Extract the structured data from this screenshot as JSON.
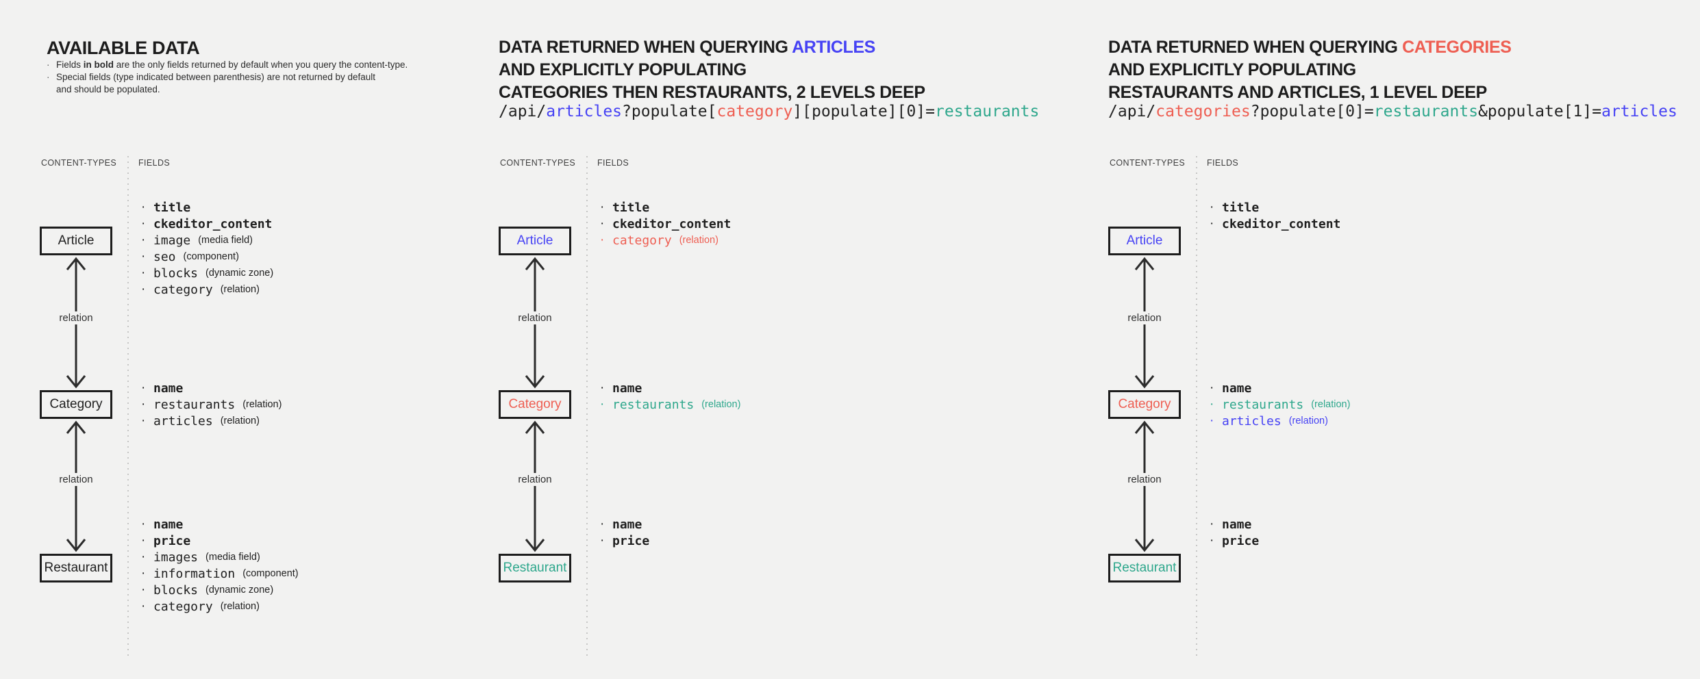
{
  "colors": {
    "dark": "#1f1f1f",
    "blue": "#4642f4",
    "red": "#ee5e52",
    "teal": "#2ea78c"
  },
  "panel1": {
    "title": "AVAILABLE DATA",
    "note1_prefix": "Fields ",
    "note1_bold": "in bold",
    "note1_suffix": " are the only fields returned by default when you query the content-type.",
    "note2_line1": "Special fields (type indicated between parenthesis) are not returned by default",
    "note2_line2": "and should be populated.",
    "col_content_types": "CONTENT-TYPES",
    "col_fields": "FIELDS",
    "relation_label": "relation",
    "nodes": {
      "article": {
        "label": "Article",
        "fields": [
          {
            "name": "title",
            "bold": true,
            "type": ""
          },
          {
            "name": "ckeditor_content",
            "bold": true,
            "type": ""
          },
          {
            "name": "image",
            "bold": false,
            "type": "(media field)"
          },
          {
            "name": "seo",
            "bold": false,
            "type": "(component)"
          },
          {
            "name": "blocks",
            "bold": false,
            "type": "(dynamic zone)"
          },
          {
            "name": "category",
            "bold": false,
            "type": "(relation)"
          }
        ]
      },
      "category": {
        "label": "Category",
        "fields": [
          {
            "name": "name",
            "bold": true,
            "type": ""
          },
          {
            "name": "restaurants",
            "bold": false,
            "type": "(relation)"
          },
          {
            "name": "articles",
            "bold": false,
            "type": "(relation)"
          }
        ]
      },
      "restaurant": {
        "label": "Restaurant",
        "fields": [
          {
            "name": "name",
            "bold": true,
            "type": ""
          },
          {
            "name": "price",
            "bold": true,
            "type": ""
          },
          {
            "name": "images",
            "bold": false,
            "type": "(media field)"
          },
          {
            "name": "information",
            "bold": false,
            "type": "(component)"
          },
          {
            "name": "blocks",
            "bold": false,
            "type": "(dynamic zone)"
          },
          {
            "name": "category",
            "bold": false,
            "type": "(relation)"
          }
        ]
      }
    }
  },
  "panel2": {
    "title_line1_prefix": "DATA RETURNED WHEN QUERYING ",
    "title_line1_highlight": "ARTICLES",
    "title_line2": "AND EXPLICITLY POPULATING",
    "title_line3": "CATEGORIES THEN RESTAURANTS, 2 LEVELS DEEP",
    "code": [
      "/api/",
      "articles",
      "?populate[",
      "category",
      "][populate][0]=",
      "restaurants"
    ],
    "col_content_types": "CONTENT-TYPES",
    "col_fields": "FIELDS",
    "relation_label": "relation",
    "nodes": {
      "article": {
        "label": "Article",
        "fields": [
          {
            "name": "title",
            "bold": true,
            "type": ""
          },
          {
            "name": "ckeditor_content",
            "bold": true,
            "type": ""
          },
          {
            "name": "category",
            "bold": false,
            "type": "(relation)"
          }
        ]
      },
      "category": {
        "label": "Category",
        "fields": [
          {
            "name": "name",
            "bold": true,
            "type": ""
          },
          {
            "name": "restaurants",
            "bold": false,
            "type": "(relation)"
          }
        ]
      },
      "restaurant": {
        "label": "Restaurant",
        "fields": [
          {
            "name": "name",
            "bold": true,
            "type": ""
          },
          {
            "name": "price",
            "bold": true,
            "type": ""
          }
        ]
      }
    }
  },
  "panel3": {
    "title_line1_prefix": "DATA RETURNED WHEN QUERYING ",
    "title_line1_highlight": "CATEGORIES",
    "title_line2": "AND EXPLICITLY POPULATING",
    "title_line3": "RESTAURANTS AND ARTICLES, 1 LEVEL DEEP",
    "code": [
      "/api/",
      "categories",
      "?populate[0]=",
      "restaurants",
      "&populate[1]=",
      "articles"
    ],
    "col_content_types": "CONTENT-TYPES",
    "col_fields": "FIELDS",
    "relation_label": "relation",
    "nodes": {
      "article": {
        "label": "Article",
        "fields": [
          {
            "name": "title",
            "bold": true,
            "type": ""
          },
          {
            "name": "ckeditor_content",
            "bold": true,
            "type": ""
          }
        ]
      },
      "category": {
        "label": "Category",
        "fields": [
          {
            "name": "name",
            "bold": true,
            "type": ""
          },
          {
            "name": "restaurants",
            "bold": false,
            "type": "(relation)"
          },
          {
            "name": "articles",
            "bold": false,
            "type": "(relation)"
          }
        ]
      },
      "restaurant": {
        "label": "Restaurant",
        "fields": [
          {
            "name": "name",
            "bold": true,
            "type": ""
          },
          {
            "name": "price",
            "bold": true,
            "type": ""
          }
        ]
      }
    }
  }
}
